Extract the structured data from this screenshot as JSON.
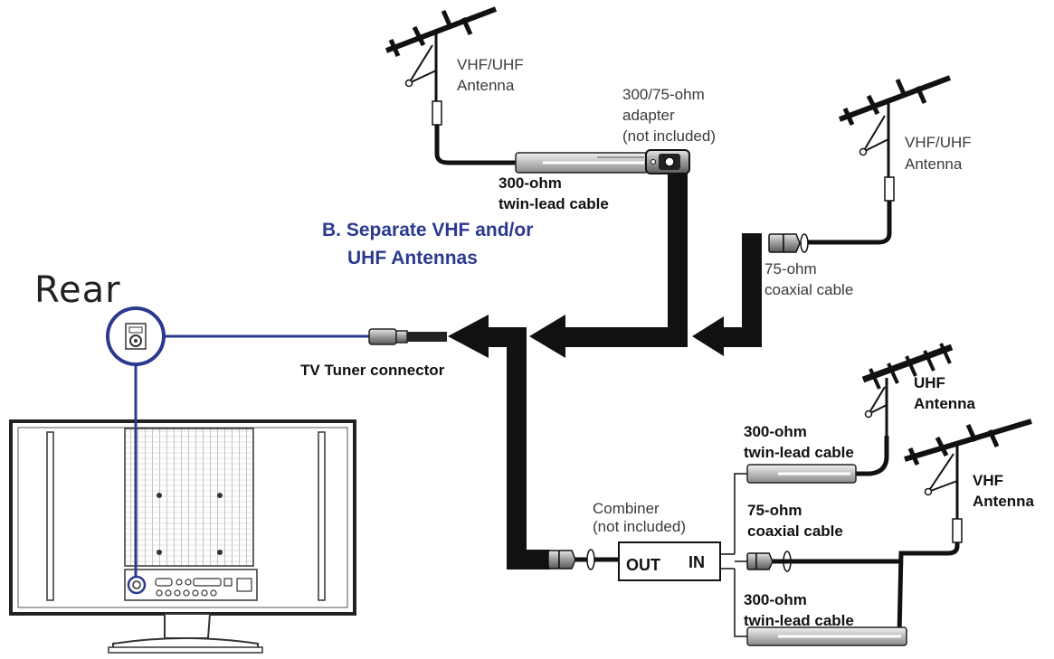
{
  "heading": {
    "rear": "Rear",
    "section_line1": "B. Separate VHF and/or",
    "section_line2": "UHF Antennas",
    "section_color": "#2b3a8f"
  },
  "labels": {
    "vhf_uhf_top_1": "VHF/UHF",
    "vhf_uhf_top_2": "Antenna",
    "adapter_1": "300/75-ohm",
    "adapter_2": "adapter",
    "adapter_3": "(not included)",
    "twinlead_top_1": "300-ohm",
    "twinlead_top_2": "twin-lead cable",
    "vhf_uhf_right_1": "VHF/UHF",
    "vhf_uhf_right_2": "Antenna",
    "coax_top_1": "75-ohm",
    "coax_top_2": "coaxial cable",
    "tuner": "TV Tuner connector",
    "uhf_1": "UHF",
    "uhf_2": "Antenna",
    "twinlead_mid_1": "300-ohm",
    "twinlead_mid_2": "twin-lead cable",
    "vhf_1": "VHF",
    "vhf_2": "Antenna",
    "combiner_1": "Combiner",
    "combiner_2": "(not included)",
    "coax_mid_1": "75-ohm",
    "coax_mid_2": "coaxial cable",
    "out": "OUT",
    "in": "IN",
    "twinlead_bot_1": "300-ohm",
    "twinlead_bot_2": "twin-lead cable"
  }
}
